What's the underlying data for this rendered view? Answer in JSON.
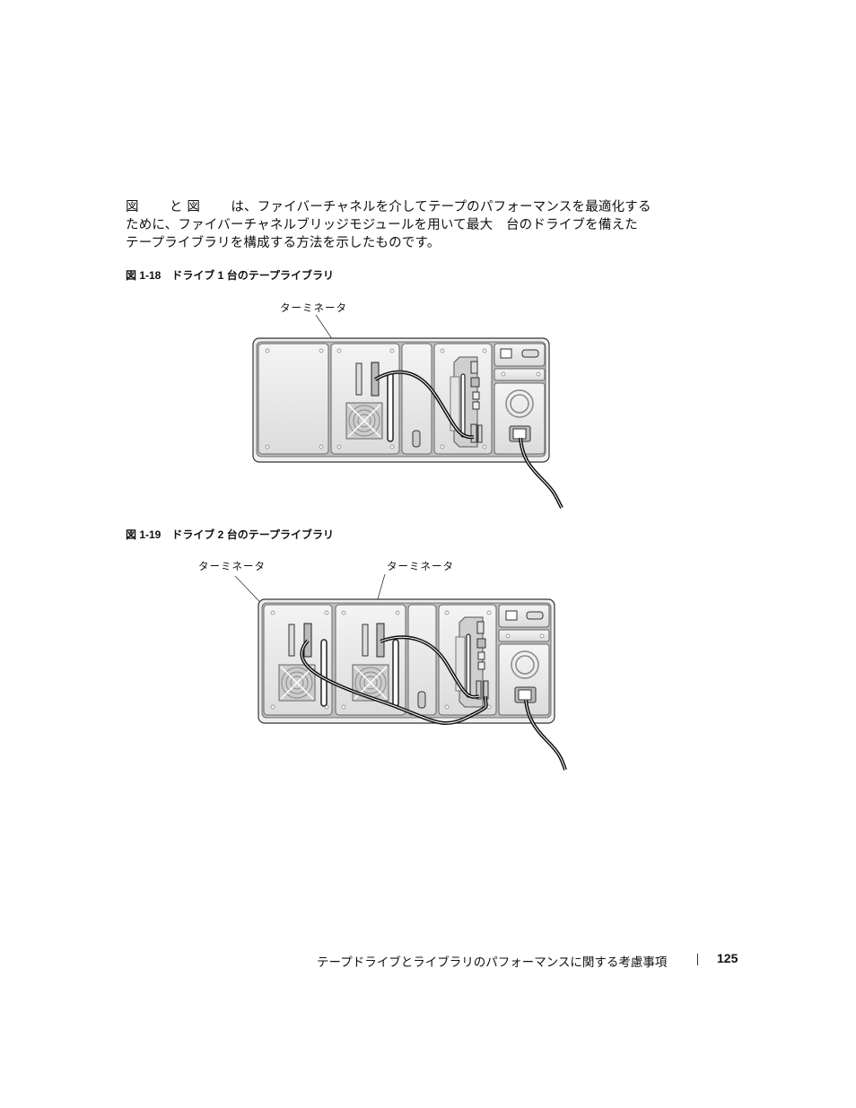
{
  "body_text": {
    "lines": [
      "図　　 と 図　　 は、ファイバーチャネルを介してテープのパフォーマンスを最適化する",
      "ために、ファイバーチャネルブリッジモジュールを用いて最大　台のドライブを備えた",
      "テープライブラリを構成する方法を示したものです。"
    ]
  },
  "figures": [
    {
      "caption": "図 1-18　ドライブ 1 台のテープライブラリ",
      "callouts": [
        "ターミネータ"
      ]
    },
    {
      "caption": "図 1-19　ドライブ 2 台のテープライブラリ",
      "callouts": [
        "ターミネータ",
        "ターミネータ"
      ]
    }
  ],
  "footer": {
    "title": "テープドライブとライブラリのパフォーマンスに関する考慮事項",
    "page_number": "125"
  }
}
